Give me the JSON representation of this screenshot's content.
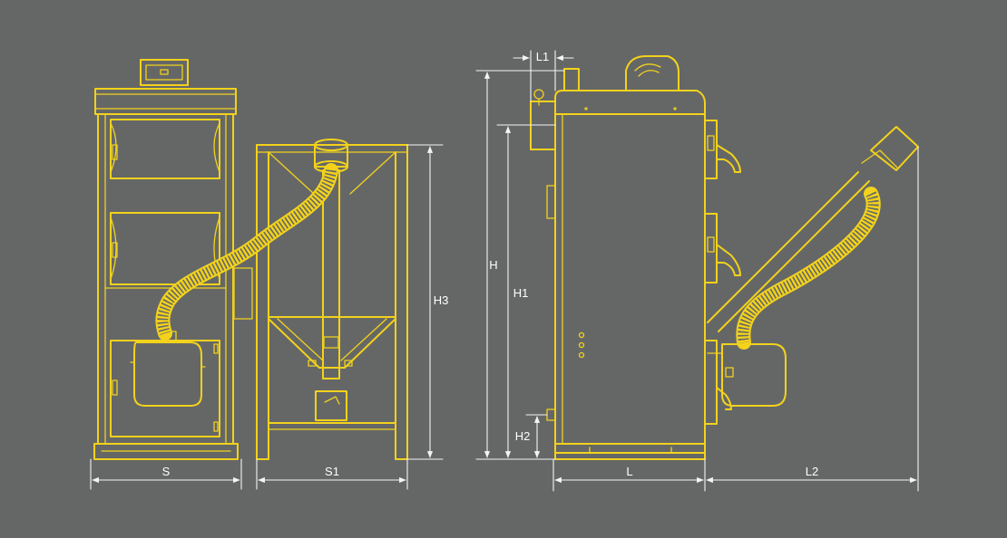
{
  "colors": {
    "background": "#656767",
    "linework": "#f2d21c",
    "dimension_lines": "#f4f4f4"
  },
  "dimensions": {
    "S": "S",
    "S1": "S1",
    "H3": "H3",
    "H": "H",
    "H1": "H1",
    "H2": "H2",
    "L": "L",
    "L1": "L1",
    "L2": "L2"
  }
}
